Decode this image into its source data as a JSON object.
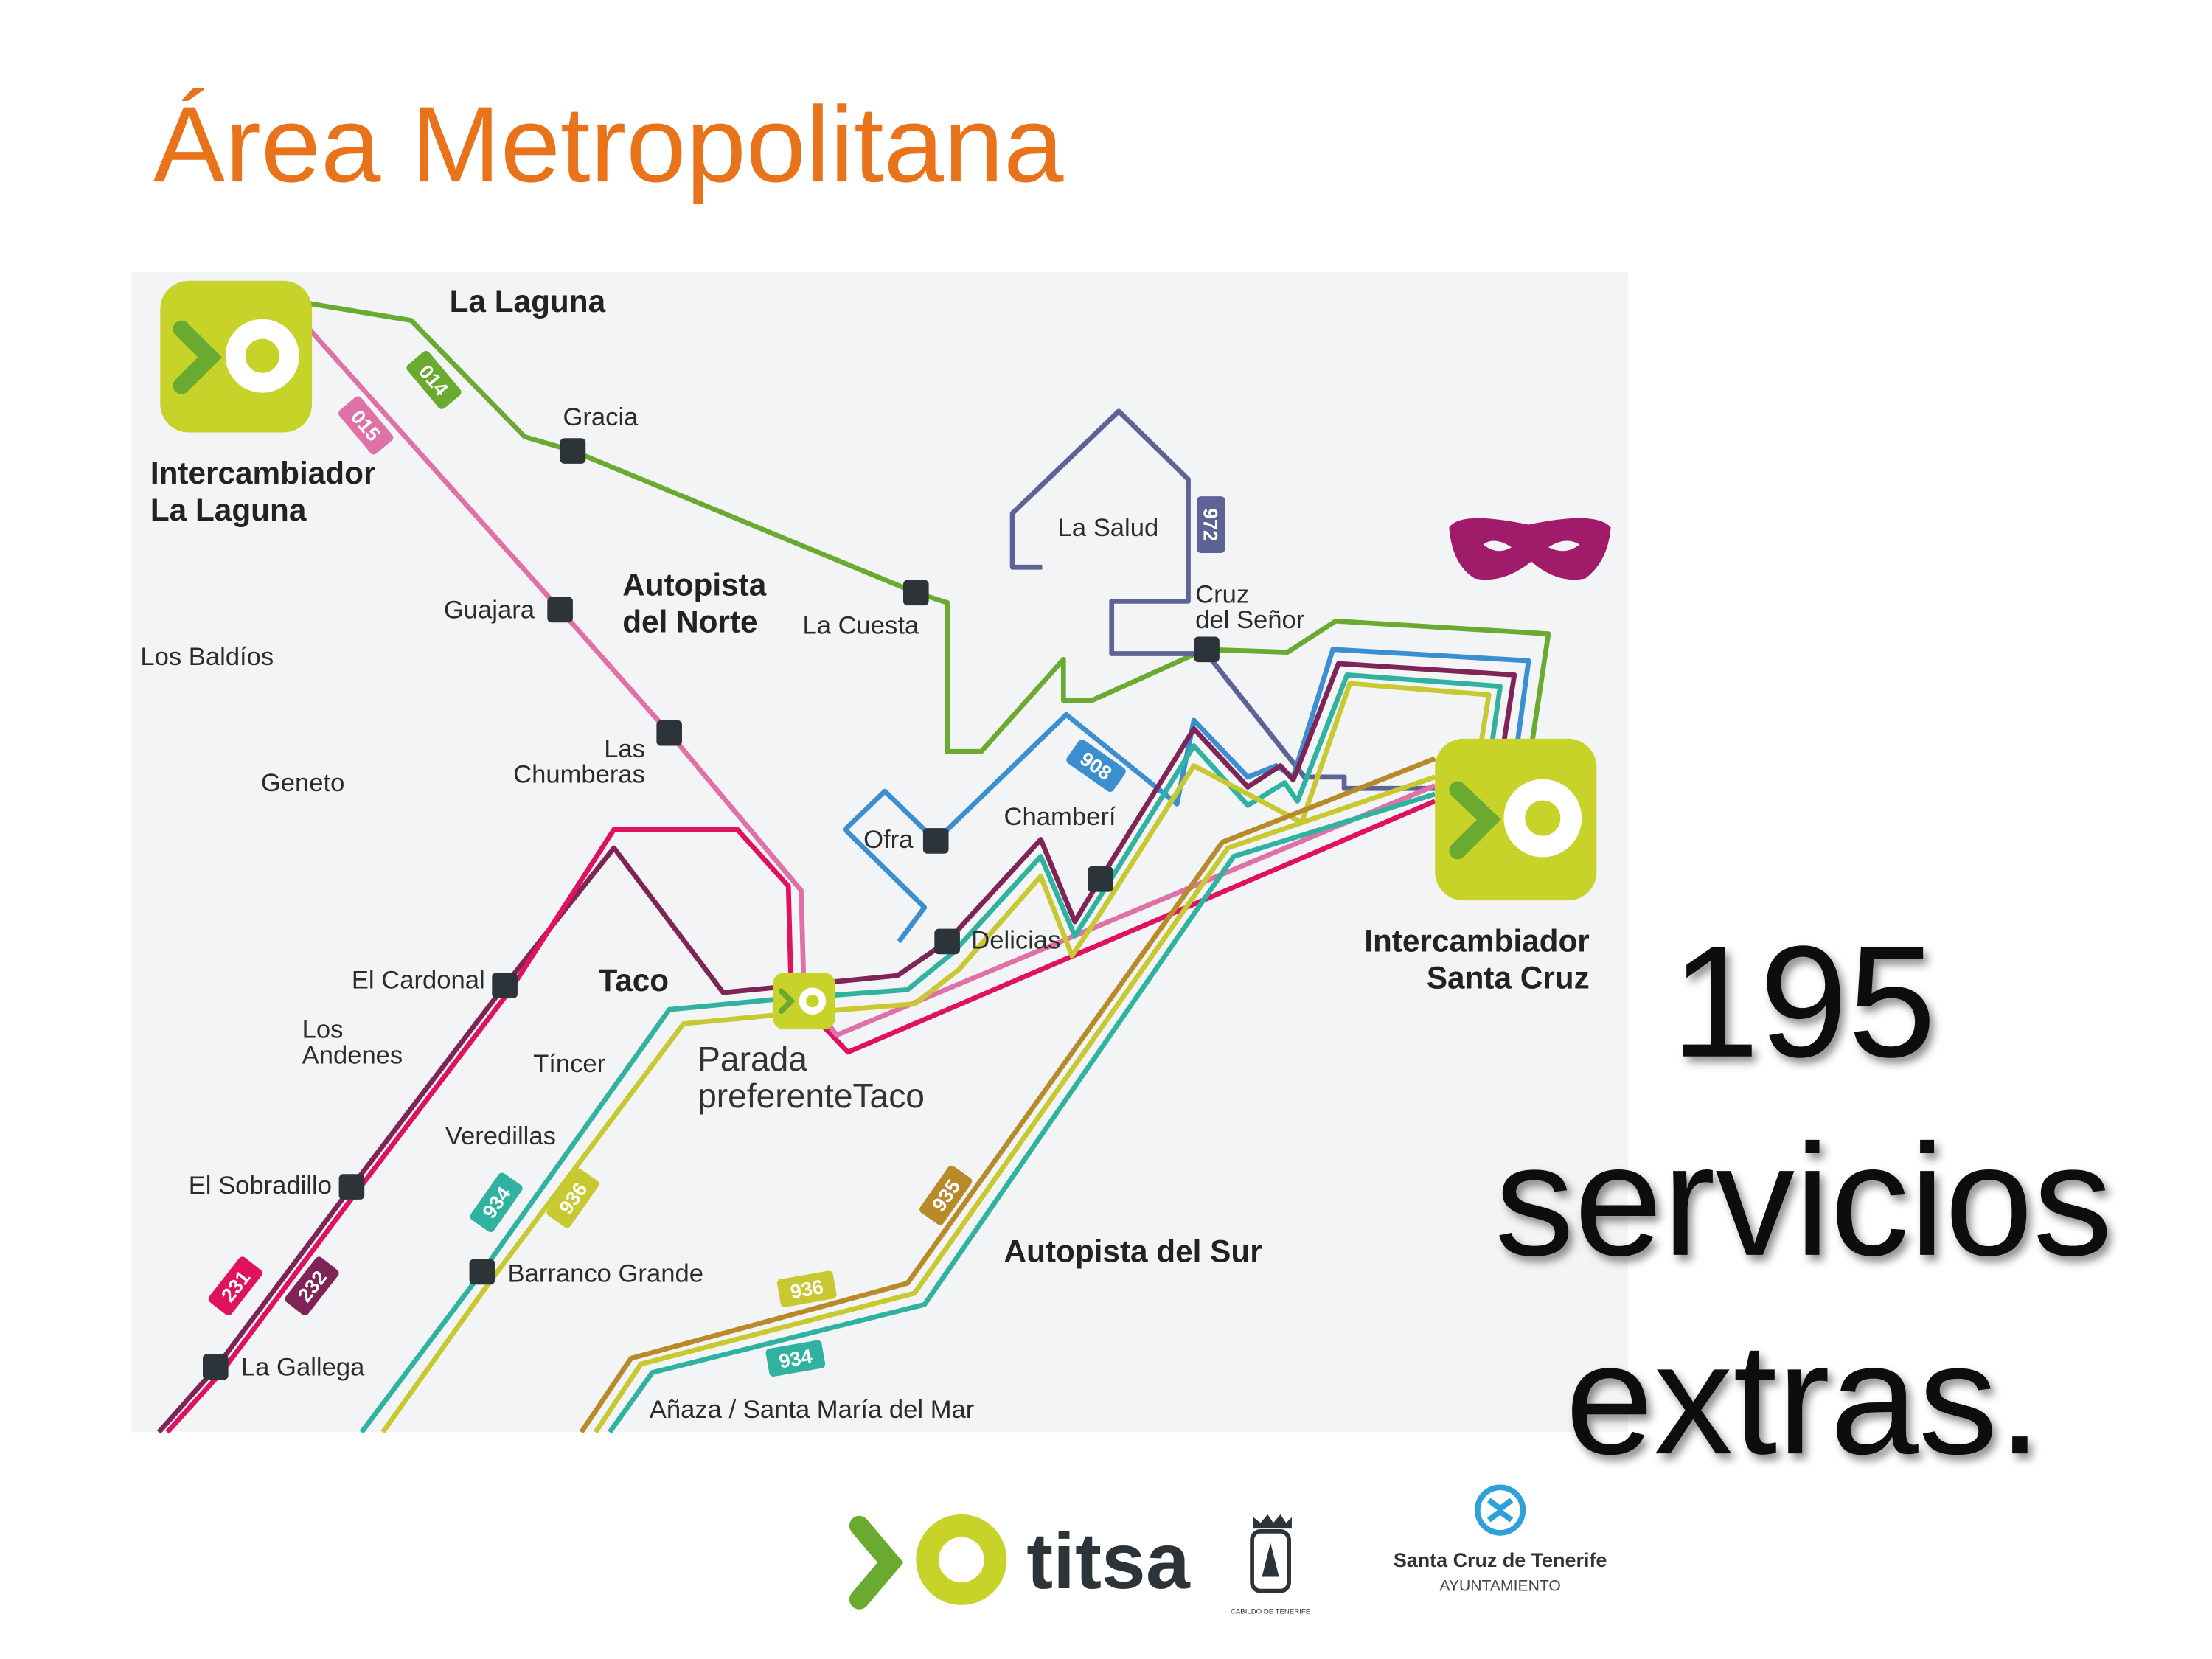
{
  "title": "Área Metropolitana",
  "colors": {
    "title": "#e8731a",
    "titsa_green": "#c8d32a",
    "titsa_dark_green": "#6aaa30",
    "mask": "#a01c6a",
    "map_bg": "#f2f4f6"
  },
  "hubs": {
    "la_laguna": {
      "line1": "Intercambiador",
      "line2": "La Laguna"
    },
    "santa_cruz": {
      "line1": "Intercambiador",
      "line2": "Santa Cruz"
    },
    "taco": {
      "line1": "Parada",
      "line2": "preferenteTaco"
    }
  },
  "areas": {
    "la_laguna": "La Laguna",
    "autopista_norte_1": "Autopista",
    "autopista_norte_2": "del Norte",
    "taco": "Taco",
    "autopista_sur": "Autopista del Sur"
  },
  "places": {
    "gracia": "Gracia",
    "la_cuesta": "La Cuesta",
    "guajara": "Guajara",
    "los_baldios": "Los Baldíos",
    "geneto": "Geneto",
    "las": "Las",
    "chumberas": "Chumberas",
    "la_salud": "La Salud",
    "cruz": "Cruz",
    "del_senor": "del Señor",
    "ofra": "Ofra",
    "chamberi": "Chamberí",
    "delicias": "Delicias",
    "el_cardonal": "El Cardonal",
    "los": "Los",
    "andenes": "Andenes",
    "tincer": "Tíncer",
    "veredillas": "Veredillas",
    "el_sobradillo": "El Sobradillo",
    "barranco_grande": "Barranco Grande",
    "la_gallega": "La Gallega",
    "anaza": "Añaza / Santa María del Mar"
  },
  "routes": {
    "r014": "014",
    "r015": "015",
    "r972": "972",
    "r908": "908",
    "r231": "231",
    "r232": "232",
    "r934a": "934",
    "r936a": "936",
    "r935": "935",
    "r936b": "936",
    "r934b": "934"
  },
  "headline": {
    "line1": "195",
    "line2": "servicios",
    "line3": "extras."
  },
  "logos": {
    "titsa": "titsa",
    "cabildo": "CABILDO DE TENERIFE",
    "ayto_1": "Santa Cruz de Tenerife",
    "ayto_2": "AYUNTAMIENTO"
  }
}
